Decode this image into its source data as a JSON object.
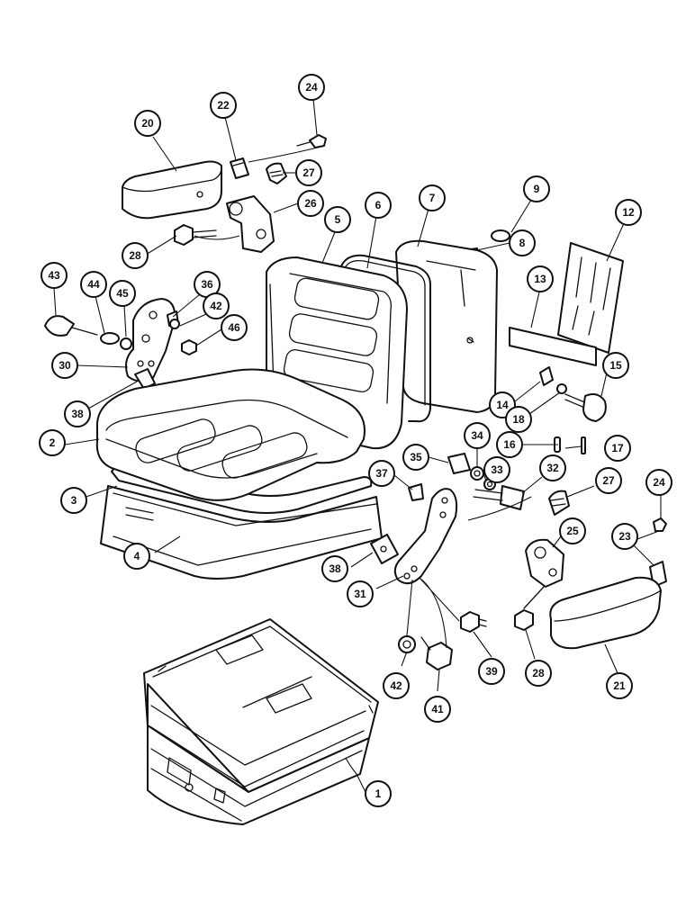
{
  "callouts": [
    {
      "id": "c20",
      "label": "20"
    },
    {
      "id": "c22",
      "label": "22"
    },
    {
      "id": "c24a",
      "label": "24"
    },
    {
      "id": "c27a",
      "label": "27"
    },
    {
      "id": "c26",
      "label": "26"
    },
    {
      "id": "c28a",
      "label": "28"
    },
    {
      "id": "c5",
      "label": "5"
    },
    {
      "id": "c6",
      "label": "6"
    },
    {
      "id": "c7",
      "label": "7"
    },
    {
      "id": "c9",
      "label": "9"
    },
    {
      "id": "c8",
      "label": "8"
    },
    {
      "id": "c12",
      "label": "12"
    },
    {
      "id": "c43",
      "label": "43"
    },
    {
      "id": "c44",
      "label": "44"
    },
    {
      "id": "c45",
      "label": "45"
    },
    {
      "id": "c36",
      "label": "36"
    },
    {
      "id": "c42a",
      "label": "42"
    },
    {
      "id": "c46",
      "label": "46"
    },
    {
      "id": "c30",
      "label": "30"
    },
    {
      "id": "c38a",
      "label": "38"
    },
    {
      "id": "c13",
      "label": "13"
    },
    {
      "id": "c15",
      "label": "15"
    },
    {
      "id": "c14",
      "label": "14"
    },
    {
      "id": "c18",
      "label": "18"
    },
    {
      "id": "c2",
      "label": "2"
    },
    {
      "id": "c34",
      "label": "34"
    },
    {
      "id": "c16",
      "label": "16"
    },
    {
      "id": "c17",
      "label": "17"
    },
    {
      "id": "c35",
      "label": "35"
    },
    {
      "id": "c37",
      "label": "37"
    },
    {
      "id": "c33",
      "label": "33"
    },
    {
      "id": "c32",
      "label": "32"
    },
    {
      "id": "c27b",
      "label": "27"
    },
    {
      "id": "c3",
      "label": "3"
    },
    {
      "id": "c24b",
      "label": "24"
    },
    {
      "id": "c25",
      "label": "25"
    },
    {
      "id": "c23",
      "label": "23"
    },
    {
      "id": "c38b",
      "label": "38"
    },
    {
      "id": "c4",
      "label": "4"
    },
    {
      "id": "c31",
      "label": "31"
    },
    {
      "id": "c39",
      "label": "39"
    },
    {
      "id": "c28b",
      "label": "28"
    },
    {
      "id": "c21",
      "label": "21"
    },
    {
      "id": "c42b",
      "label": "42"
    },
    {
      "id": "c41",
      "label": "41"
    },
    {
      "id": "c1",
      "label": "1"
    }
  ]
}
